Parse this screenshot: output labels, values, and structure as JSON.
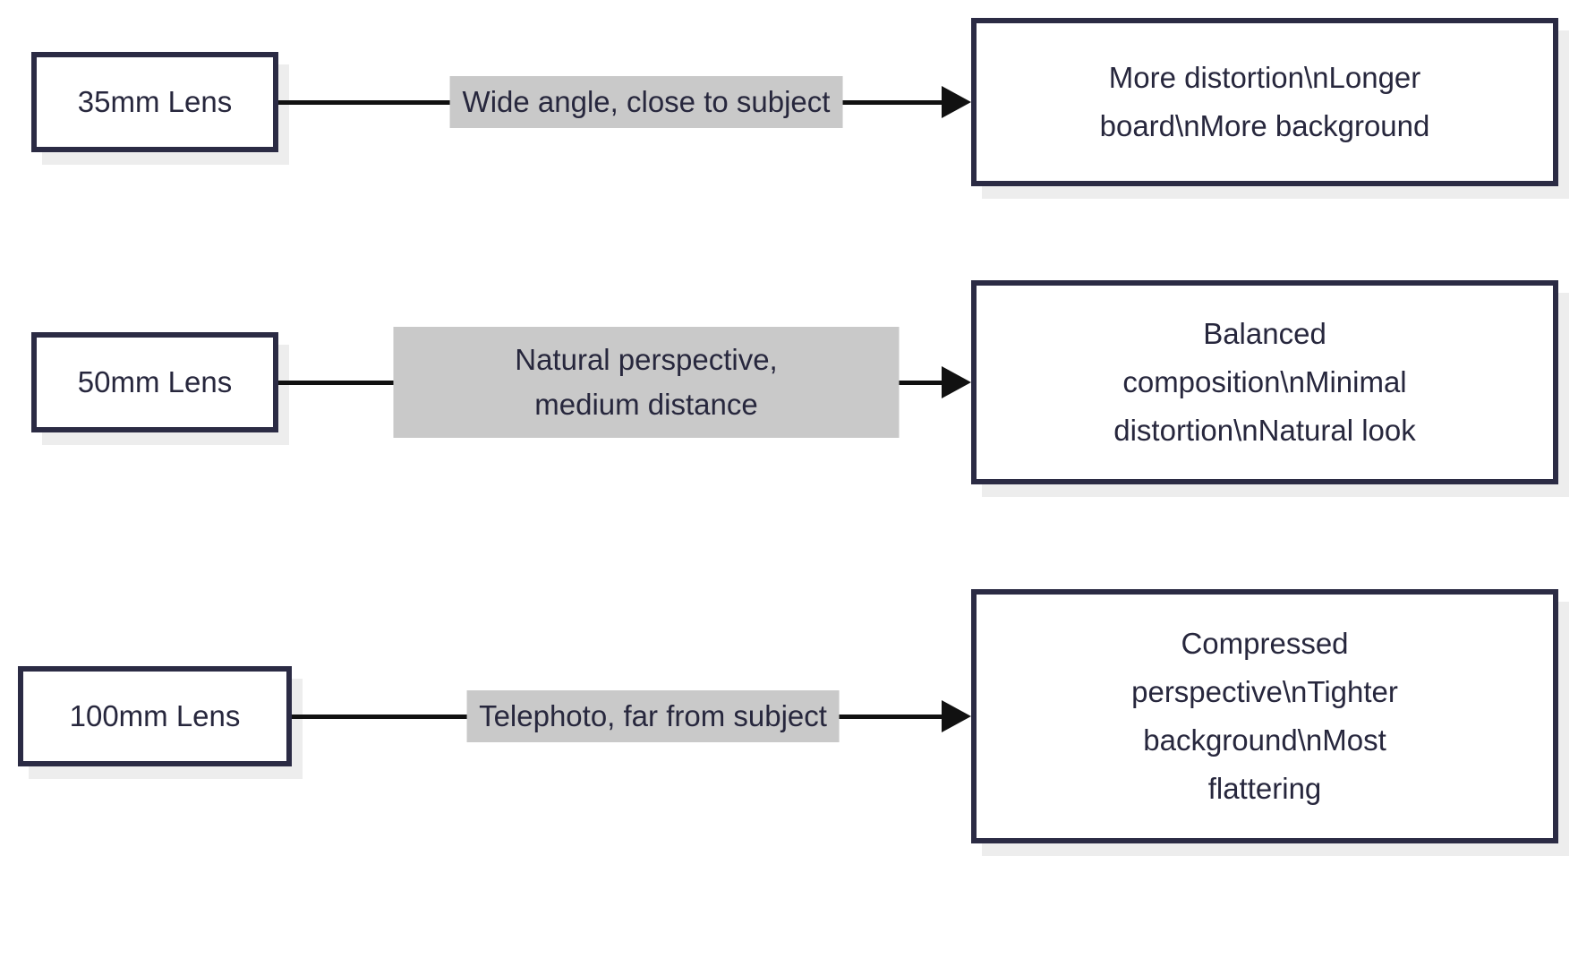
{
  "diagram": {
    "type": "flowchart-left-to-right",
    "colors": {
      "background": "#ffffff",
      "node_fill": "#ffffff",
      "node_border": "#2b2b44",
      "node_shadow": "#ededed",
      "text": "#27273d",
      "edge_line": "#111111",
      "edge_label_bg": "#c9c9c9"
    },
    "rows": [
      {
        "source": "35mm Lens",
        "edge_label_lines": [
          "Wide angle, close to subject"
        ],
        "target_text": "More distortion\\nLonger board\\nMore background",
        "target_lines": [
          "More distortion\\nLonger",
          "board\\nMore background"
        ]
      },
      {
        "source": "50mm Lens",
        "edge_label_lines": [
          "Natural perspective,",
          "medium distance"
        ],
        "target_text": "Balanced composition\\nMinimal distortion\\nNatural look",
        "target_lines": [
          "Balanced",
          "composition\\nMinimal",
          "distortion\\nNatural look"
        ]
      },
      {
        "source": "100mm Lens",
        "edge_label_lines": [
          "Telephoto, far from subject"
        ],
        "target_text": "Compressed perspective\\nTighter background\\nMost flattering",
        "target_lines": [
          "Compressed",
          "perspective\\nTighter",
          "background\\nMost",
          "flattering"
        ]
      }
    ]
  }
}
